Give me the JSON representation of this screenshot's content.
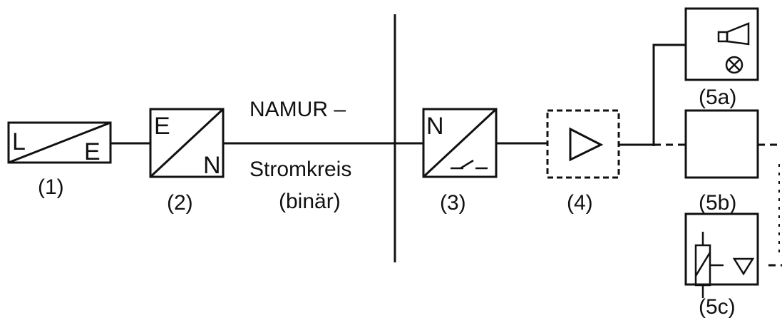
{
  "blocks": {
    "b1": {
      "in": "L",
      "out": "E",
      "label": "(1)"
    },
    "b2": {
      "in": "E",
      "out": "N",
      "label": "(2)"
    },
    "b3": {
      "in": "N",
      "label": "(3)"
    },
    "b4": {
      "label": "(4)"
    },
    "b5a": {
      "label": "(5a)"
    },
    "b5b": {
      "label": "(5b)"
    },
    "b5c": {
      "label": "(5c)"
    }
  },
  "circuit": {
    "line1": "NAMUR –",
    "line2": "Stromkreis",
    "line3": "(binär)"
  }
}
